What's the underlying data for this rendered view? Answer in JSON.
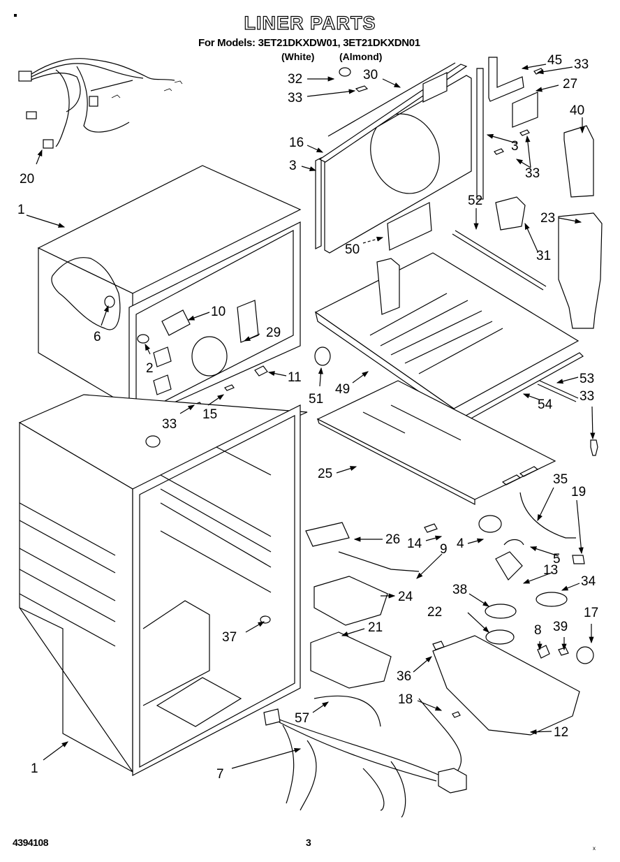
{
  "page": {
    "title": "LINER PARTS",
    "models_line": "For Models: 3ET21DKXDW01, 3ET21DKXDN01",
    "variants": [
      "(White)",
      "(Almond)"
    ],
    "footer": {
      "document_number": "4394108",
      "page_number": "3",
      "corner_mark": "x"
    }
  },
  "diagram": {
    "subject": "Refrigerator liner exploded parts view",
    "callouts": [
      {
        "id": "c-45",
        "label": "45"
      },
      {
        "id": "c-33a",
        "label": "33"
      },
      {
        "id": "c-32",
        "label": "32"
      },
      {
        "id": "c-30",
        "label": "30"
      },
      {
        "id": "c-27",
        "label": "27"
      },
      {
        "id": "c-33b",
        "label": "33"
      },
      {
        "id": "c-40",
        "label": "40"
      },
      {
        "id": "c-3a",
        "label": "3"
      },
      {
        "id": "c-16",
        "label": "16"
      },
      {
        "id": "c-3b",
        "label": "3"
      },
      {
        "id": "c-33c",
        "label": "33"
      },
      {
        "id": "c-20",
        "label": "20"
      },
      {
        "id": "c-52",
        "label": "52"
      },
      {
        "id": "c-23",
        "label": "23"
      },
      {
        "id": "c-1a",
        "label": "1"
      },
      {
        "id": "c-31",
        "label": "31"
      },
      {
        "id": "c-50",
        "label": "50"
      },
      {
        "id": "c-10",
        "label": "10"
      },
      {
        "id": "c-29",
        "label": "29"
      },
      {
        "id": "c-6",
        "label": "6"
      },
      {
        "id": "c-2",
        "label": "2"
      },
      {
        "id": "c-11",
        "label": "11"
      },
      {
        "id": "c-51",
        "label": "51"
      },
      {
        "id": "c-49",
        "label": "49"
      },
      {
        "id": "c-53",
        "label": "53"
      },
      {
        "id": "c-54",
        "label": "54"
      },
      {
        "id": "c-33d",
        "label": "33"
      },
      {
        "id": "c-15",
        "label": "15"
      },
      {
        "id": "c-33e",
        "label": "33"
      },
      {
        "id": "c-25",
        "label": "25"
      },
      {
        "id": "c-35",
        "label": "35"
      },
      {
        "id": "c-19",
        "label": "19"
      },
      {
        "id": "c-26",
        "label": "26"
      },
      {
        "id": "c-14",
        "label": "14"
      },
      {
        "id": "c-4",
        "label": "4"
      },
      {
        "id": "c-5",
        "label": "5"
      },
      {
        "id": "c-9",
        "label": "9"
      },
      {
        "id": "c-13",
        "label": "13"
      },
      {
        "id": "c-34",
        "label": "34"
      },
      {
        "id": "c-38",
        "label": "38"
      },
      {
        "id": "c-24",
        "label": "24"
      },
      {
        "id": "c-22",
        "label": "22"
      },
      {
        "id": "c-17",
        "label": "17"
      },
      {
        "id": "c-37",
        "label": "37"
      },
      {
        "id": "c-21",
        "label": "21"
      },
      {
        "id": "c-8",
        "label": "8"
      },
      {
        "id": "c-39",
        "label": "39"
      },
      {
        "id": "c-36",
        "label": "36"
      },
      {
        "id": "c-18",
        "label": "18"
      },
      {
        "id": "c-12",
        "label": "12"
      },
      {
        "id": "c-57",
        "label": "57"
      },
      {
        "id": "c-1b",
        "label": "1"
      },
      {
        "id": "c-7",
        "label": "7"
      }
    ]
  }
}
